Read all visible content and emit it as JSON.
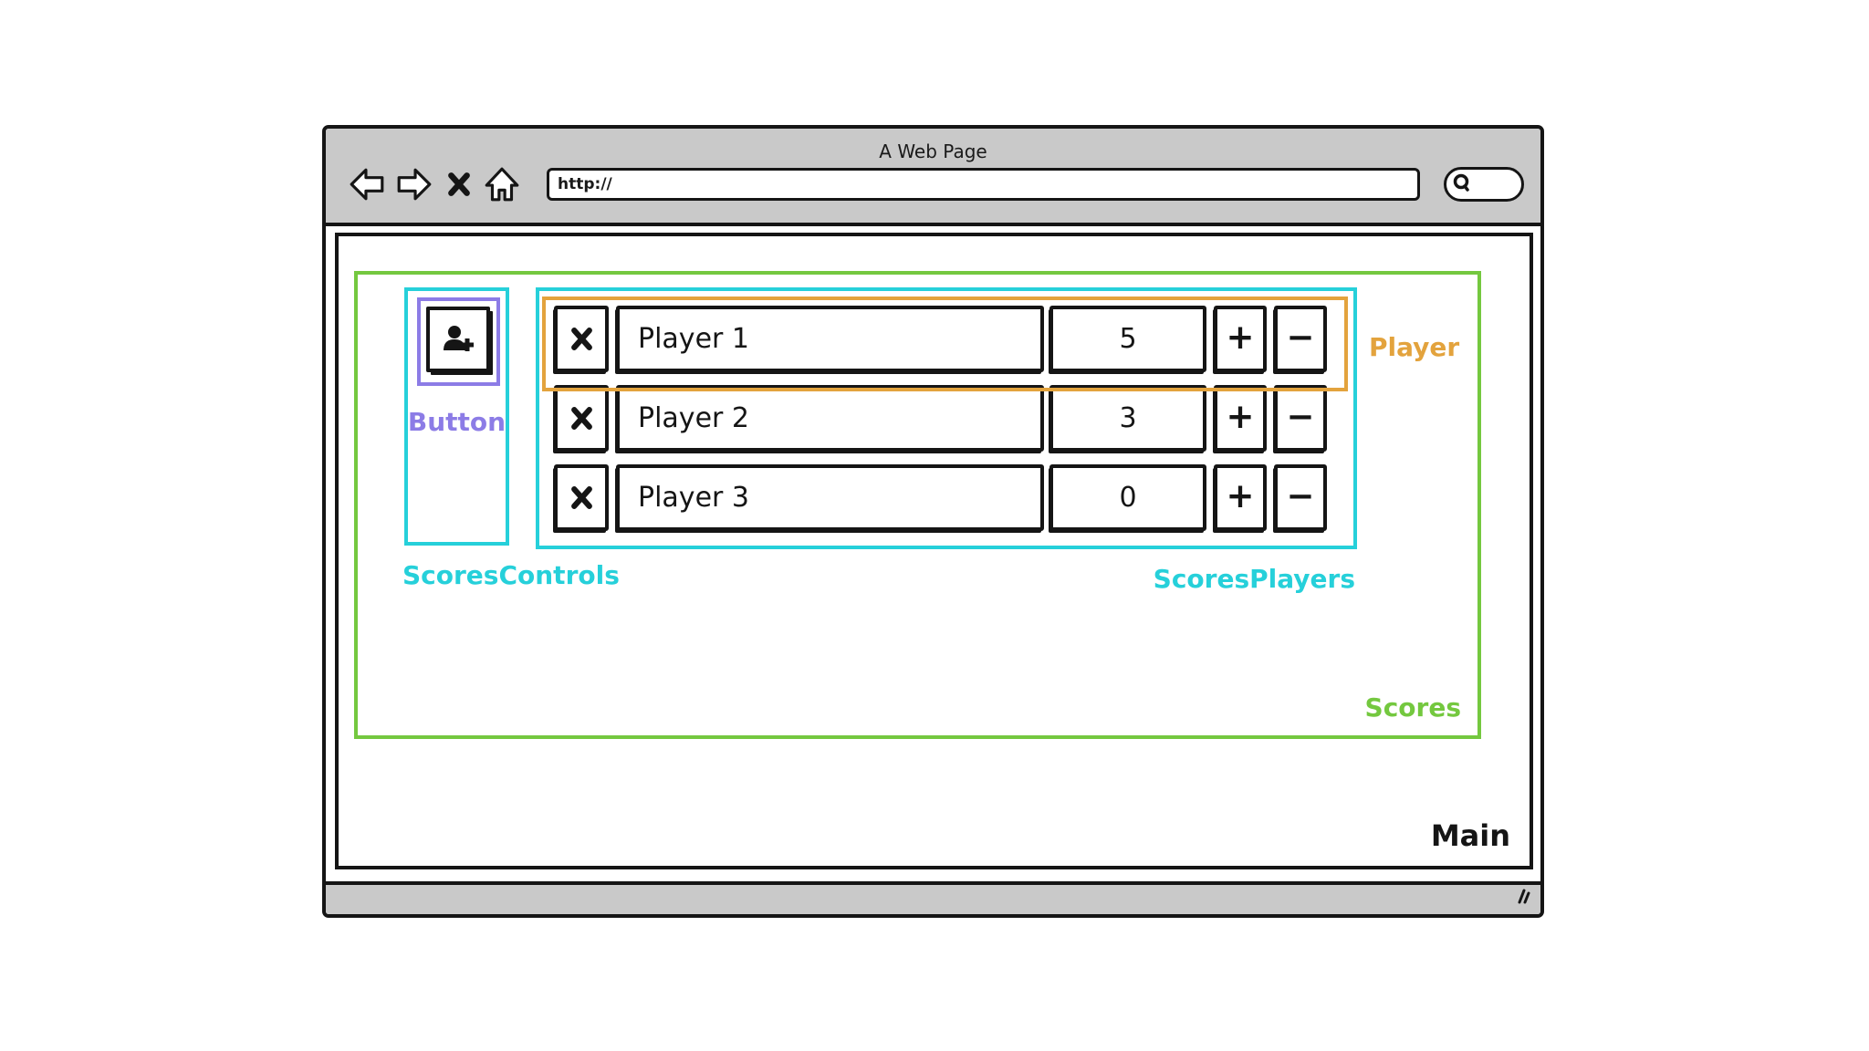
{
  "window": {
    "title": "A Web Page",
    "url": "http://"
  },
  "scoreboard": {
    "players": [
      {
        "name": "Player 1",
        "score": "5"
      },
      {
        "name": "Player 2",
        "score": "3"
      },
      {
        "name": "Player 3",
        "score": "0"
      }
    ],
    "controls": {
      "increment_glyph": "+",
      "decrement_glyph": "−"
    }
  },
  "annotations": {
    "main": {
      "label": "Main",
      "color": "#151515"
    },
    "scores": {
      "label": "Scores",
      "color": "#74c83f"
    },
    "scores_controls": {
      "label": "ScoresControls",
      "color": "#26d0da"
    },
    "scores_players": {
      "label": "ScoresPlayers",
      "color": "#26d0da"
    },
    "button": {
      "label": "Button",
      "color": "#8c7ce6"
    },
    "player": {
      "label": "Player",
      "color": "#e3a33d"
    }
  },
  "icons": {
    "back-arrow-icon": "⇦",
    "forward-arrow-icon": "⇨",
    "close-icon": "✕",
    "home-icon": "⌂",
    "search-icon": "🔍",
    "add-player-icon": "person-plus",
    "remove-icon": "✕",
    "resize-handle-icon": "⫽"
  },
  "colors": {
    "chrome_gray": "#c9c9c9",
    "ink": "#151515"
  }
}
